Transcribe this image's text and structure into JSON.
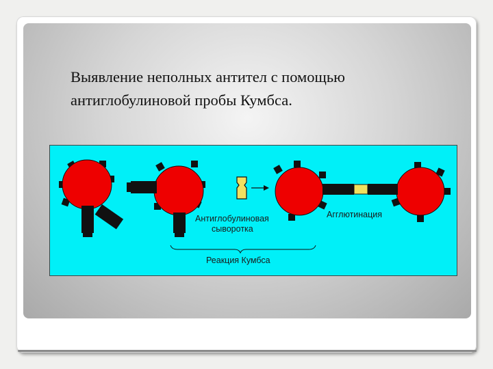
{
  "slide": {
    "title_line1": "Выявление неполных антител с помощью",
    "title_line2": "антиглобулиновой пробы Кумбса."
  },
  "diagram": {
    "label_serum_line1": "Антиглобулиновая",
    "label_serum_line2": "сыворотка",
    "label_agglutination": "Агглютинация",
    "label_reaction": "Реакция Кумбса",
    "colors": {
      "background": "#00f0f8",
      "cell": "#ee0000",
      "antibody": "#111111",
      "antiglobulin": "#f0e060"
    }
  }
}
